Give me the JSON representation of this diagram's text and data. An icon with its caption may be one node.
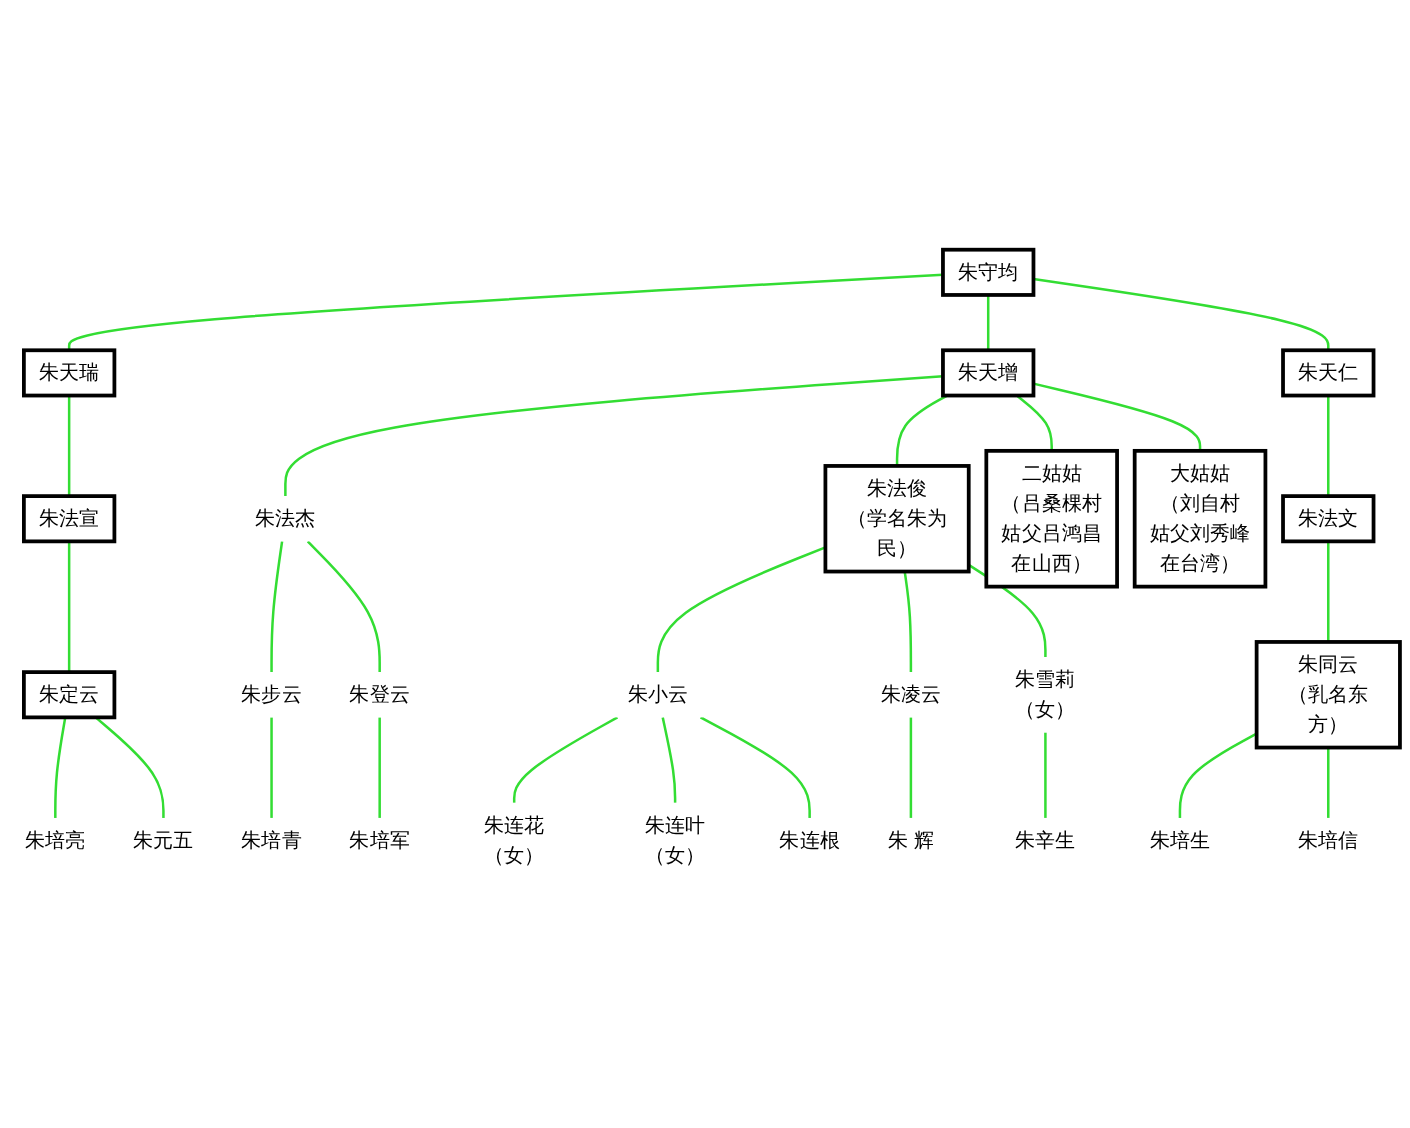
{
  "diagram": {
    "nodes": [
      {
        "text": [
          "朱守均"
        ]
      },
      {
        "text": [
          "朱天瑞"
        ]
      },
      {
        "text": [
          "朱天增"
        ]
      },
      {
        "text": [
          "朱天仁"
        ]
      },
      {
        "text": [
          "朱法宣"
        ]
      },
      {
        "text": [
          "朱法杰"
        ]
      },
      {
        "text": [
          "朱法俊",
          "（学名朱为民）"
        ]
      },
      {
        "text": [
          "二姑姑",
          "（吕桑棵村",
          "姑父吕鸿昌",
          "在山西）"
        ]
      },
      {
        "text": [
          "大姑姑",
          "（刘自村",
          "姑父刘秀峰",
          "在台湾）"
        ]
      },
      {
        "text": [
          "朱法文"
        ]
      },
      {
        "text": [
          "朱定云"
        ]
      },
      {
        "text": [
          "朱步云"
        ]
      },
      {
        "text": [
          "朱登云"
        ]
      },
      {
        "text": [
          "朱小云"
        ]
      },
      {
        "text": [
          "朱凌云"
        ]
      },
      {
        "text": [
          "朱雪莉（女）"
        ]
      },
      {
        "text": [
          "朱同云",
          "（乳名东方）"
        ]
      },
      {
        "text": [
          "朱培亮"
        ]
      },
      {
        "text": [
          "朱元五"
        ]
      },
      {
        "text": [
          "朱培青"
        ]
      },
      {
        "text": [
          "朱培军"
        ]
      },
      {
        "text": [
          "朱连花（女）"
        ]
      },
      {
        "text": [
          "朱连叶（女）"
        ]
      },
      {
        "text": [
          "朱连根"
        ]
      },
      {
        "text": [
          "朱 辉"
        ]
      },
      {
        "text": [
          "朱辛生"
        ]
      },
      {
        "text": [
          "朱培生"
        ]
      },
      {
        "text": [
          "朱培信"
        ]
      }
    ],
    "edges": [
      {
        "from": 0,
        "to": 1,
        "arrow": "none"
      },
      {
        "from": 0,
        "to": 2,
        "arrow": "none"
      },
      {
        "from": 0,
        "to": 3,
        "arrow": "none"
      },
      {
        "from": 1,
        "to": 4,
        "arrow": "none"
      },
      {
        "from": 2,
        "to": 5,
        "arrow": "none"
      },
      {
        "from": 2,
        "to": 6,
        "arrow": "none"
      },
      {
        "from": 2,
        "to": 7,
        "arrow": "none"
      },
      {
        "from": 2,
        "to": 8,
        "arrow": "none"
      },
      {
        "from": 3,
        "to": 9,
        "arrow": "none"
      },
      {
        "from": 4,
        "to": 10,
        "arrow": "none"
      },
      {
        "from": 5,
        "to": 11,
        "arrow": "none"
      },
      {
        "from": 5,
        "to": 12,
        "arrow": "none"
      },
      {
        "from": 6,
        "to": 13,
        "arrow": "none"
      },
      {
        "from": 6,
        "to": 14,
        "arrow": "none"
      },
      {
        "from": 6,
        "to": 15,
        "arrow": "none"
      },
      {
        "from": 9,
        "to": 16,
        "arrow": "none"
      },
      {
        "from": 10,
        "to": 17,
        "arrow": "none"
      },
      {
        "from": 10,
        "to": 18,
        "arrow": "none"
      },
      {
        "from": 11,
        "to": 19,
        "arrow": "none"
      },
      {
        "from": 12,
        "to": 20,
        "arrow": "none"
      },
      {
        "from": 13,
        "to": 21,
        "arrow": "none"
      },
      {
        "from": 13,
        "to": 22,
        "arrow": "none"
      },
      {
        "from": 13,
        "to": 23,
        "arrow": "none"
      },
      {
        "from": 14,
        "to": 24,
        "arrow": "none"
      },
      {
        "from": 15,
        "to": 25,
        "arrow": "none"
      },
      {
        "from": 16,
        "to": 26,
        "arrow": "none"
      },
      {
        "from": 16,
        "to": 27,
        "arrow": "none"
      }
    ]
  }
}
